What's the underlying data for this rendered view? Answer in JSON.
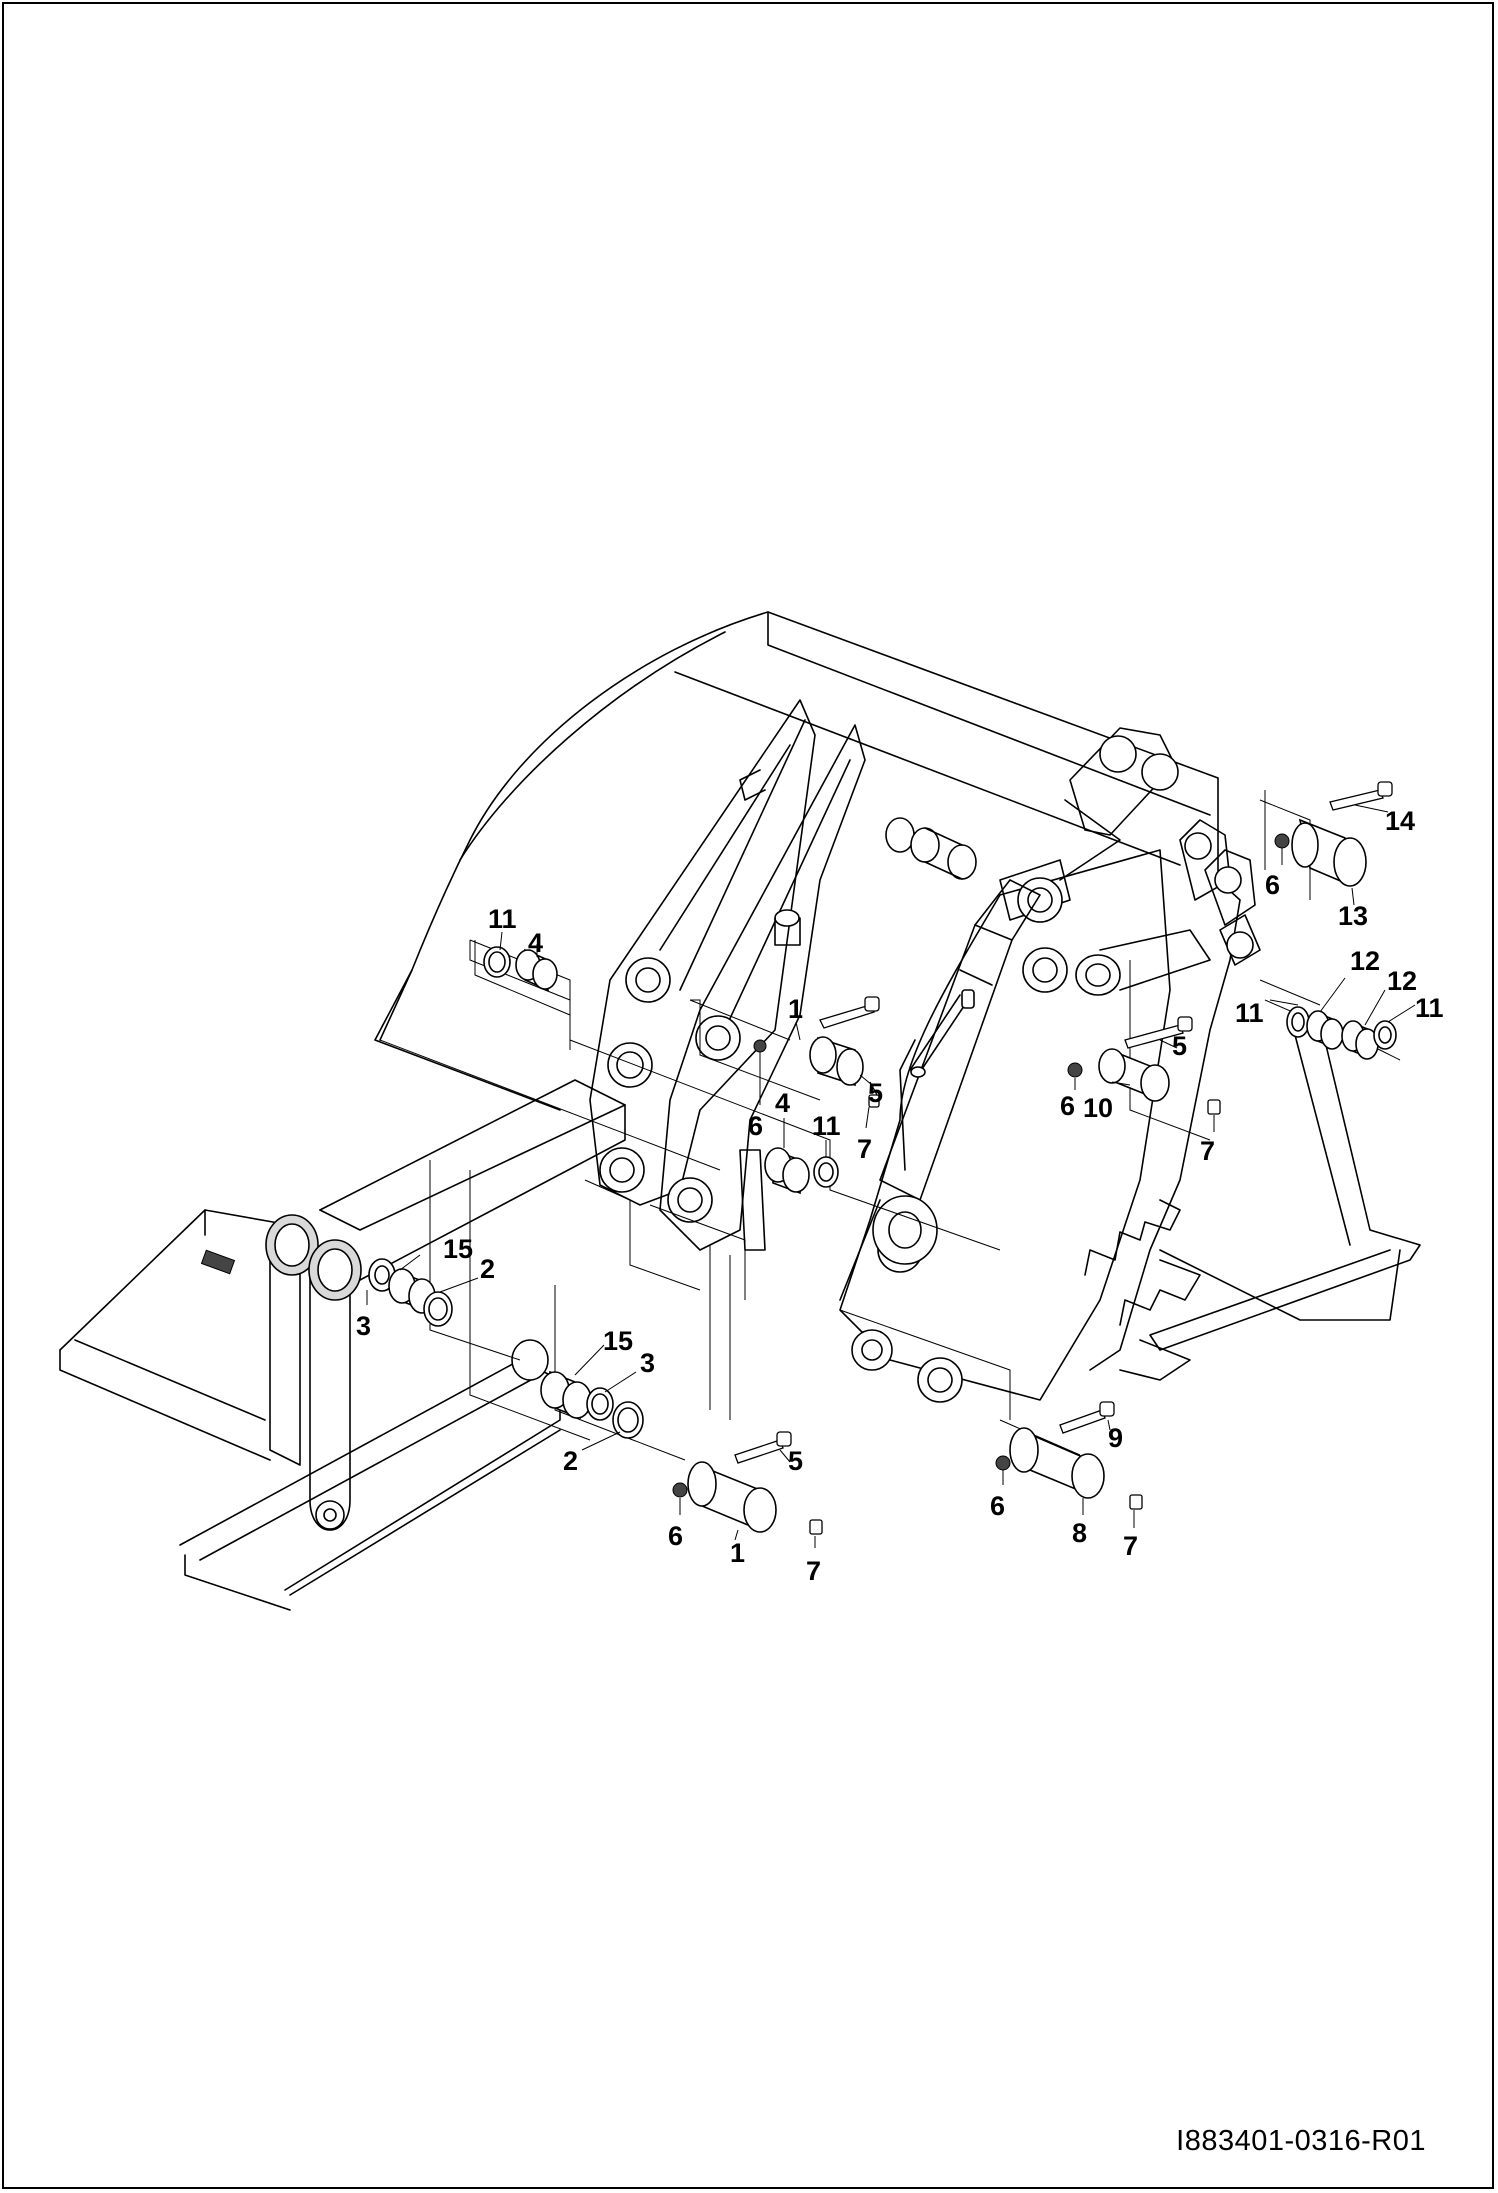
{
  "drawing_id": "I883401-0316-R01",
  "callouts": [
    {
      "id": "c11a",
      "label": "11"
    },
    {
      "id": "c4a",
      "label": "4"
    },
    {
      "id": "c1a",
      "label": "1"
    },
    {
      "id": "c5a",
      "label": "5"
    },
    {
      "id": "c6a",
      "label": "6"
    },
    {
      "id": "c4b",
      "label": "4"
    },
    {
      "id": "c11b",
      "label": "11"
    },
    {
      "id": "c7a",
      "label": "7"
    },
    {
      "id": "c14",
      "label": "14"
    },
    {
      "id": "c6b",
      "label": "6"
    },
    {
      "id": "c13",
      "label": "13"
    },
    {
      "id": "c12a",
      "label": "12"
    },
    {
      "id": "c12b",
      "label": "12"
    },
    {
      "id": "c11c",
      "label": "11"
    },
    {
      "id": "c11d",
      "label": "11"
    },
    {
      "id": "c5b",
      "label": "5"
    },
    {
      "id": "c6c",
      "label": "6"
    },
    {
      "id": "c10",
      "label": "10"
    },
    {
      "id": "c7b",
      "label": "7"
    },
    {
      "id": "c15a",
      "label": "15"
    },
    {
      "id": "c2a",
      "label": "2"
    },
    {
      "id": "c3a",
      "label": "3"
    },
    {
      "id": "c15b",
      "label": "15"
    },
    {
      "id": "c3b",
      "label": "3"
    },
    {
      "id": "c2b",
      "label": "2"
    },
    {
      "id": "c5c",
      "label": "5"
    },
    {
      "id": "c6d",
      "label": "6"
    },
    {
      "id": "c1b",
      "label": "1"
    },
    {
      "id": "c7c",
      "label": "7"
    },
    {
      "id": "c9",
      "label": "9"
    },
    {
      "id": "c6e",
      "label": "6"
    },
    {
      "id": "c8",
      "label": "8"
    },
    {
      "id": "c7d",
      "label": "7"
    }
  ]
}
